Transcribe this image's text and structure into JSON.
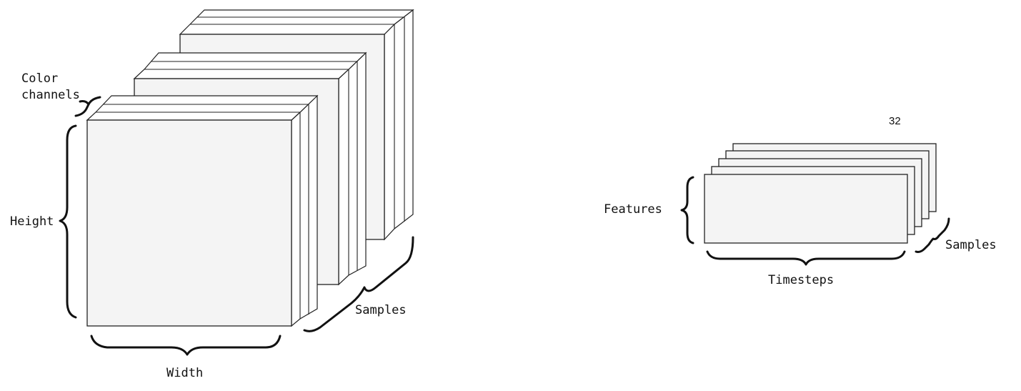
{
  "image_diagram": {
    "label_color_channels_line1": "Color",
    "label_color_channels_line2": "channels",
    "label_height": "Height",
    "label_width": "Width",
    "label_samples": "Samples"
  },
  "timeseries_diagram": {
    "label_features": "Features",
    "label_timesteps": "Timesteps",
    "label_samples": "Samples",
    "annotation_number": "32"
  }
}
